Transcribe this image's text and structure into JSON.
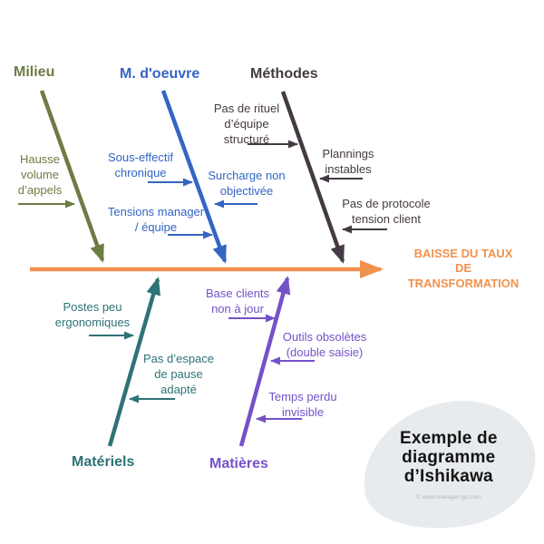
{
  "effect": {
    "label": "BAISSE DU TAUX\nDE\nTRANSFORMATION"
  },
  "colors": {
    "spine": "#F1914E",
    "milieu": "#6C7C44",
    "main_oeuvre": "#3365C4",
    "methodes": "#443A43",
    "materiels": "#2E7376",
    "matieres": "#7551C9",
    "badge_background": "#E8EBEE"
  },
  "branches": {
    "milieu": {
      "title": "Milieu",
      "causes": {
        "hausse": "Hausse\nvolume\nd’appels"
      }
    },
    "main_oeuvre": {
      "title": "M. d'oeuvre",
      "causes": {
        "sous_effectif": "Sous-effectif\nchronique",
        "surcharge": "Surcharge non\nobjectivée",
        "tensions": "Tensions manager\n/ équipe"
      }
    },
    "methodes": {
      "title": "Méthodes",
      "causes": {
        "rituel": "Pas de rituel\nd’équipe\nstructuré",
        "plannings": "Plannings\ninstables",
        "protocole": "Pas de protocole\ntension client"
      }
    },
    "materiels": {
      "title": "Matériels",
      "causes": {
        "postes": "Postes peu\nergonomiques",
        "espace": "Pas d’espace\nde pause\nadapté"
      }
    },
    "matieres": {
      "title": "Matières",
      "causes": {
        "base": "Base clients\nnon à jour",
        "outils": "Outils obsolètes\n(double saisie)",
        "temps": "Temps perdu\ninvisible"
      }
    }
  },
  "badge": {
    "title": "Exemple de\ndiagramme\nd’Ishikawa",
    "watermark": "© www.manager-go.com"
  }
}
